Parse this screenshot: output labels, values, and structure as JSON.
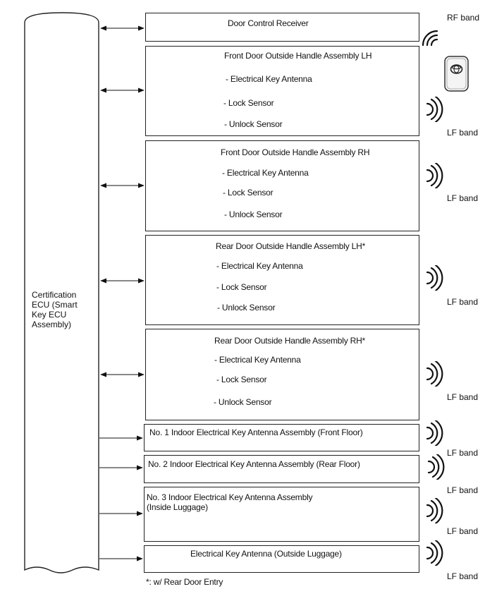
{
  "ecu": {
    "label_lines": [
      "Certification",
      "ECU (Smart",
      "Key ECU",
      "Assembly)"
    ]
  },
  "rf_band_label": "RF band",
  "lf_band_label": "LF band",
  "footnote": "*: w/ Rear Door Entry",
  "blocks": [
    {
      "title": "Door Control Receiver",
      "items": []
    },
    {
      "title": "Front Door Outside Handle Assembly LH",
      "items": [
        "- Electrical Key Antenna",
        "- Lock Sensor",
        "- Unlock Sensor"
      ]
    },
    {
      "title": "Front Door Outside Handle Assembly RH",
      "items": [
        "- Electrical Key Antenna",
        "- Lock Sensor",
        "- Unlock Sensor"
      ]
    },
    {
      "title": "Rear Door Outside Handle Assembly LH*",
      "items": [
        "- Electrical Key Antenna",
        "- Lock Sensor",
        "- Unlock Sensor"
      ]
    },
    {
      "title": "Rear Door Outside Handle Assembly RH*",
      "items": [
        "- Electrical Key Antenna",
        "- Lock Sensor",
        "- Unlock Sensor"
      ]
    },
    {
      "title": "No. 1 Indoor Electrical Key Antenna Assembly (Front Floor)",
      "items": []
    },
    {
      "title": "No. 2 Indoor Electrical Key Antenna Assembly (Rear Floor)",
      "items": []
    },
    {
      "title": "No. 3 Indoor Electrical Key Antenna Assembly",
      "title2": "(Inside Luggage)",
      "items": []
    },
    {
      "title": "Electrical Key Antenna (Outside Luggage)",
      "items": []
    }
  ]
}
